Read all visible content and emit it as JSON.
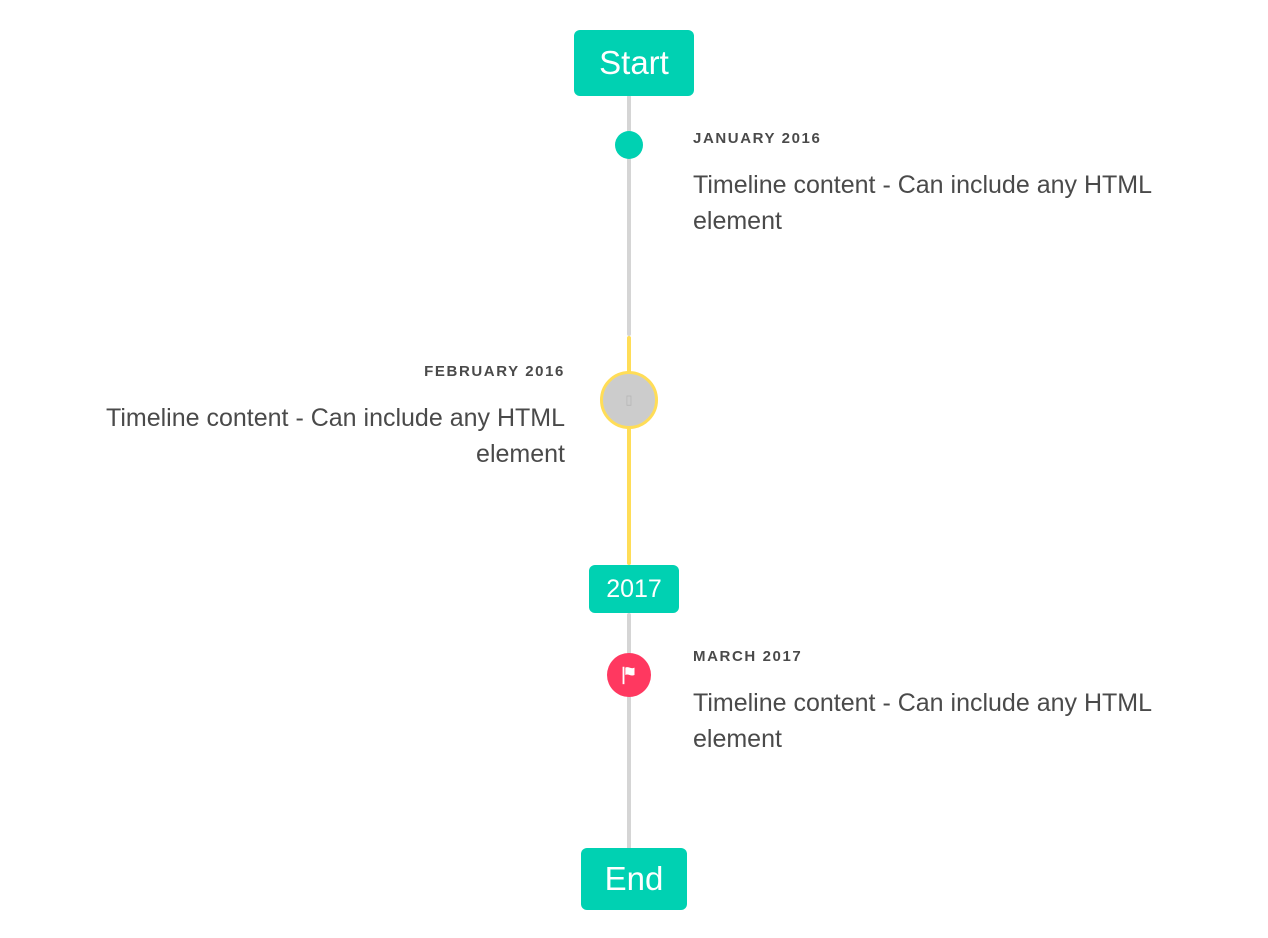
{
  "colors": {
    "primary_teal": "#00d1b2",
    "warning_yellow": "#ffdd57",
    "danger_pink": "#ff3860",
    "rail_gray": "#d5d5d5",
    "marker_gray_fill": "#cccccc",
    "text_dark": "#4a4a4a",
    "background": "#ffffff"
  },
  "timeline": {
    "header": {
      "label": "Start"
    },
    "divider": {
      "label": "2017"
    },
    "footer": {
      "label": "End"
    },
    "items": [
      {
        "heading": "JANUARY 2016",
        "body": "Timeline content - Can include any HTML element",
        "side": "right",
        "marker": "dot",
        "marker_icon": "dot-icon",
        "marker_color": "#00d1b2"
      },
      {
        "heading": "FEBRUARY 2016",
        "body": "Timeline content - Can include any HTML element",
        "side": "left",
        "marker": "ring",
        "marker_icon": "broken-image-icon",
        "marker_color": "#ffdd57"
      },
      {
        "heading": "MARCH 2017",
        "body": "Timeline content - Can include any HTML element",
        "side": "right",
        "marker": "flag",
        "marker_icon": "flag-icon",
        "marker_color": "#ff3860"
      }
    ]
  }
}
